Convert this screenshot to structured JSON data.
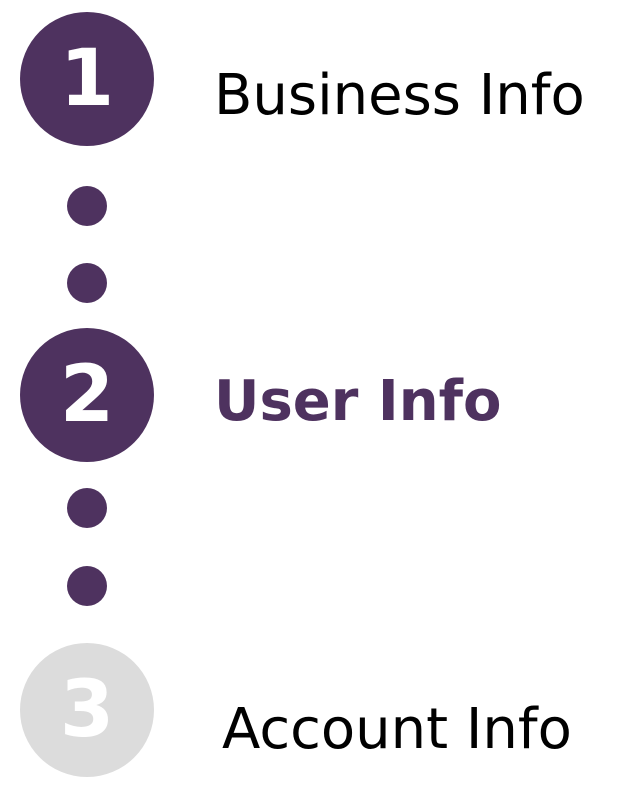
{
  "colors": {
    "active": "#4e325f",
    "inactive": "#dcdcdc",
    "text_default": "#000000",
    "text_active": "#4e325f"
  },
  "steps": [
    {
      "number": "1",
      "label": "Business Info",
      "state": "completed"
    },
    {
      "number": "2",
      "label": "User Info",
      "state": "current"
    },
    {
      "number": "3",
      "label": "Account Info",
      "state": "upcoming"
    }
  ]
}
